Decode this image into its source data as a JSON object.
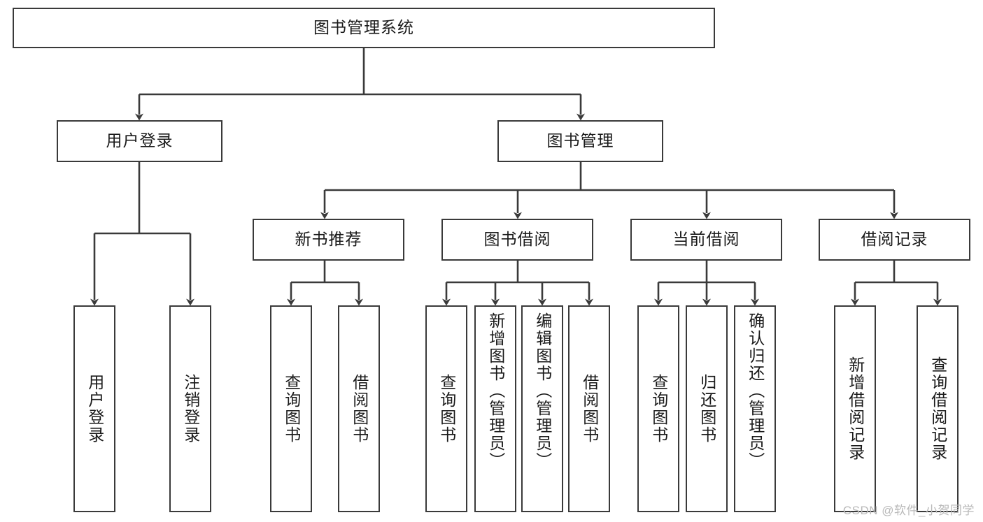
{
  "diagram": {
    "type": "tree-hierarchy",
    "title": "图书管理系统",
    "watermark": "CSDN @软件_小贺同学",
    "colors": {
      "stroke": "#3a3a3a",
      "fill": "#ffffff",
      "text": "#1a1a1a",
      "watermark": "#b9b9b9"
    },
    "levels": {
      "root": {
        "label": "图书管理系统"
      },
      "level2": [
        {
          "id": "user-login",
          "label": "用户登录"
        },
        {
          "id": "book-manage",
          "label": "图书管理"
        }
      ],
      "level3": [
        {
          "id": "new-book-rec",
          "label": "新书推荐"
        },
        {
          "id": "book-borrow",
          "label": "图书借阅"
        },
        {
          "id": "current-borrow",
          "label": "当前借阅"
        },
        {
          "id": "borrow-record",
          "label": "借阅记录"
        }
      ],
      "leaves": {
        "user-login": [
          {
            "id": "leaf-user-login",
            "label": "用户登录"
          },
          {
            "id": "leaf-user-logout",
            "label": "注销登录"
          }
        ],
        "new-book-rec": [
          {
            "id": "leaf-query-book-1",
            "label": "查询图书"
          },
          {
            "id": "leaf-borrow-book-1",
            "label": "借阅图书"
          }
        ],
        "book-borrow": [
          {
            "id": "leaf-query-book-2",
            "label": "查询图书"
          },
          {
            "id": "leaf-add-book",
            "label": "新增图书（管理员）"
          },
          {
            "id": "leaf-edit-book",
            "label": "编辑图书（管理员）"
          },
          {
            "id": "leaf-borrow-book-2",
            "label": "借阅图书"
          }
        ],
        "current-borrow": [
          {
            "id": "leaf-query-book-3",
            "label": "查询图书"
          },
          {
            "id": "leaf-return-book",
            "label": "归还图书"
          },
          {
            "id": "leaf-confirm-return",
            "label": "确认归还（管理员）"
          }
        ],
        "borrow-record": [
          {
            "id": "leaf-add-record",
            "label": "新增借阅记录"
          },
          {
            "id": "leaf-query-record",
            "label": "查询借阅记录"
          }
        ]
      }
    }
  }
}
